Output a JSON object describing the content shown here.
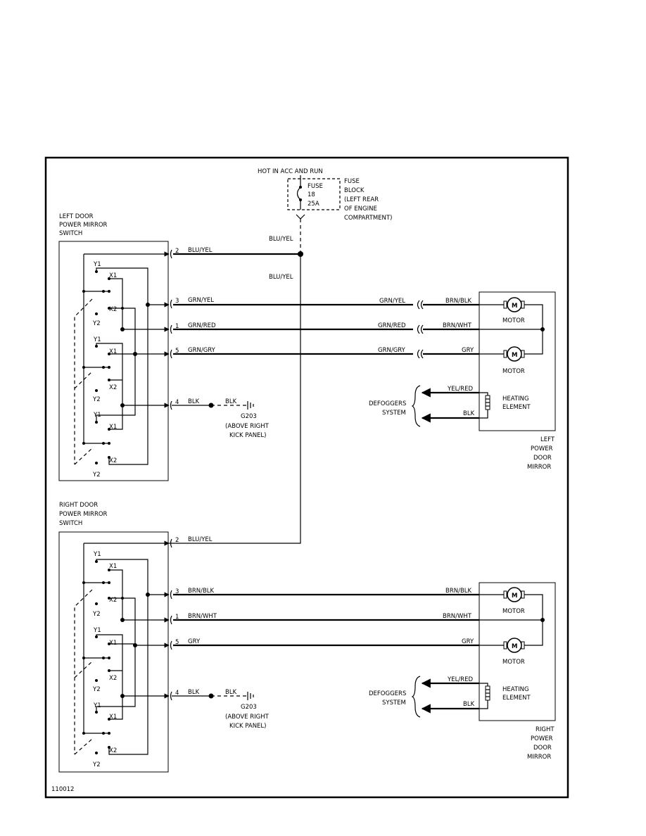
{
  "power_source": {
    "label": "HOT IN ACC AND RUN",
    "fuse": {
      "name": "FUSE",
      "number": "18",
      "rating": "25A"
    },
    "block_label": [
      "FUSE",
      "BLOCK",
      "(LEFT REAR",
      "OF ENGINE",
      "COMPARTMENT)"
    ],
    "feed_wire": "BLU/YEL",
    "branch_wire": "BLU/YEL"
  },
  "left_switch": {
    "title": [
      "LEFT DOOR",
      "POWER MIRROR",
      "SWITCH"
    ],
    "pins": [
      {
        "pin": "2",
        "wire": "BLU/YEL"
      },
      {
        "pin": "3",
        "wire": "GRN/YEL"
      },
      {
        "pin": "1",
        "wire": "GRN/RED"
      },
      {
        "pin": "5",
        "wire": "GRN/GRY"
      },
      {
        "pin": "4",
        "wire": "BLK"
      }
    ],
    "contacts": [
      "Y1",
      "X1",
      "X2",
      "Y2"
    ],
    "ground": {
      "wire": "BLK",
      "name": "G203",
      "location": [
        "(ABOVE RIGHT",
        "KICK PANEL)"
      ]
    }
  },
  "left_mirror": {
    "inline_wires": [
      "GRN/YEL",
      "GRN/RED",
      "GRN/GRY"
    ],
    "mirror_wires": [
      "BRN/BLK",
      "BRN/WHT",
      "GRY"
    ],
    "motor_label": "MOTOR",
    "motor_symbol": "M",
    "heater_wires": [
      "YEL/RED",
      "BLK"
    ],
    "heater_label": [
      "HEATING",
      "ELEMENT"
    ],
    "defogger_label": [
      "DEFOGGERS",
      "SYSTEM"
    ],
    "title": [
      "LEFT",
      "POWER",
      "DOOR",
      "MIRROR"
    ]
  },
  "right_switch": {
    "title": [
      "RIGHT DOOR",
      "POWER MIRROR",
      "SWITCH"
    ],
    "pins": [
      {
        "pin": "2",
        "wire": "BLU/YEL"
      },
      {
        "pin": "3",
        "wire": "BRN/BLK"
      },
      {
        "pin": "1",
        "wire": "BRN/WHT"
      },
      {
        "pin": "5",
        "wire": "GRY"
      },
      {
        "pin": "4",
        "wire": "BLK"
      }
    ],
    "contacts": [
      "Y1",
      "X1",
      "X2",
      "Y2"
    ],
    "ground": {
      "wire": "BLK",
      "name": "G203",
      "location": [
        "(ABOVE RIGHT",
        "KICK PANEL)"
      ]
    }
  },
  "right_mirror": {
    "mirror_wires": [
      "BRN/BLK",
      "BRN/WHT",
      "GRY"
    ],
    "motor_label": "MOTOR",
    "motor_symbol": "M",
    "heater_wires": [
      "YEL/RED",
      "BLK"
    ],
    "heater_label": [
      "HEATING",
      "ELEMENT"
    ],
    "defogger_label": [
      "DEFOGGERS",
      "SYSTEM"
    ],
    "title": [
      "RIGHT",
      "POWER",
      "DOOR",
      "MIRROR"
    ]
  },
  "figure_id": "110012"
}
